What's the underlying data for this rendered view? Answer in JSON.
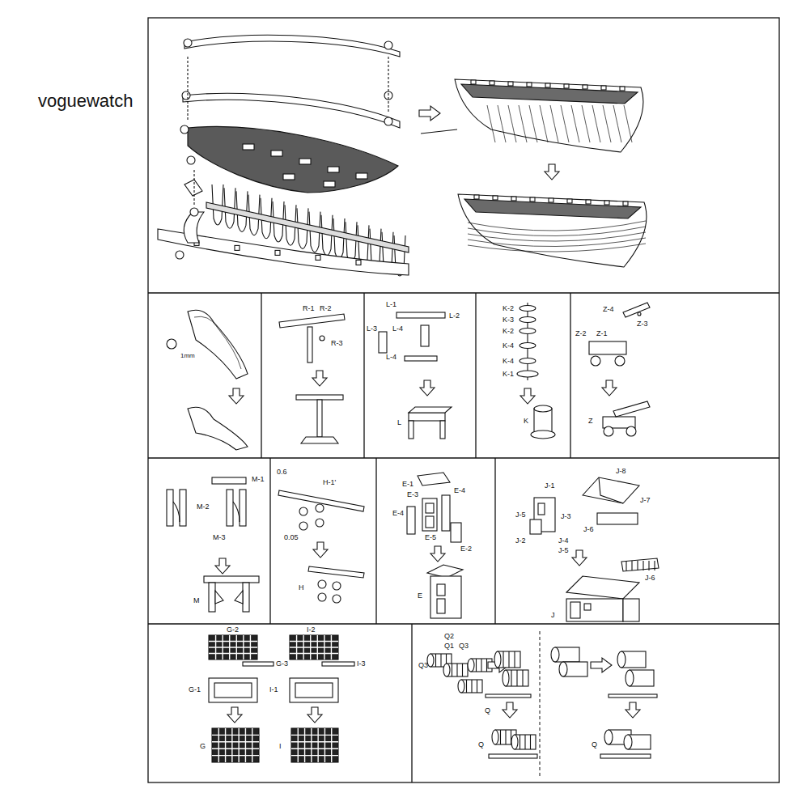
{
  "diagram": {
    "labels": [
      "voguewatch",
      "1mm",
      "R-1",
      "R-2",
      "R-3",
      "L-1",
      "L-2",
      "L-3",
      "L-4",
      "L-4",
      "L",
      "K-2",
      "K-3",
      "K-2",
      "K-4",
      "K-4",
      "K-1",
      "K",
      "Z-4",
      "Z-3",
      "Z-2",
      "Z-1",
      "Z",
      "M-1",
      "M-2",
      "M-3",
      "M",
      "0.6",
      "H-1'",
      "0.05",
      "H",
      "E-1",
      "E-3",
      "E-4",
      "E-4",
      "E-5",
      "E-2",
      "E",
      "J-8",
      "J-1",
      "J-7",
      "J-5",
      "J-3",
      "J-6",
      "J-2",
      "J-4",
      "J-5",
      "J-6",
      "J",
      "G-2",
      "G-3",
      "G-1",
      "G",
      "I-2",
      "I-3",
      "I-1",
      "I",
      "Q2",
      "Q1",
      "Q3",
      "Q3",
      "Q",
      "Q",
      "Q"
    ]
  }
}
